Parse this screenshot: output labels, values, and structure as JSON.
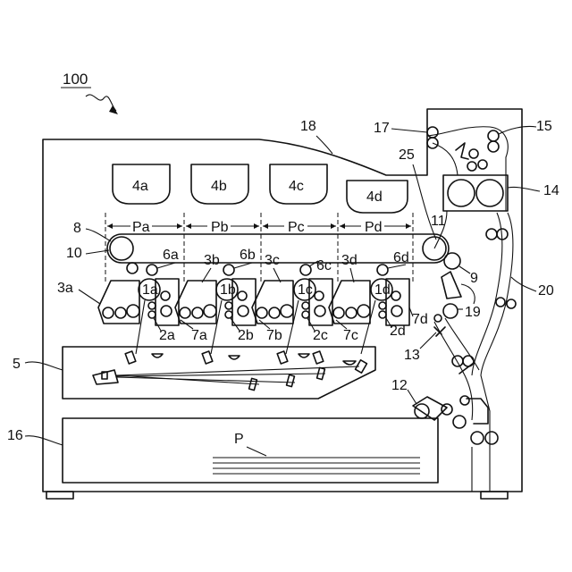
{
  "figure_label": "100",
  "labels": {
    "l18": "18",
    "l17": "17",
    "l15": "15",
    "l25": "25",
    "l14": "14",
    "l4a": "4a",
    "l4b": "4b",
    "l4c": "4c",
    "l4d": "4d",
    "l8": "8",
    "lPa": "Pa",
    "lPb": "Pb",
    "lPc": "Pc",
    "lPd": "Pd",
    "l11": "11",
    "l10": "10",
    "l6a": "6a",
    "l6b": "6b",
    "l6c": "6c",
    "l6d": "6d",
    "l3a": "3a",
    "l3b": "3b",
    "l3c": "3c",
    "l3d": "3d",
    "l1a": "1a",
    "l1b": "1b",
    "l1c": "1c",
    "l1d": "1d",
    "l9": "9",
    "l20": "20",
    "l19": "19",
    "l2a": "2a",
    "l2b": "2b",
    "l2c": "2c",
    "l2d": "2d",
    "l7a": "7a",
    "l7b": "7b",
    "l7c": "7c",
    "l7d": "7d",
    "l13": "13",
    "l5": "5",
    "l12": "12",
    "l16": "16",
    "lP": "P"
  }
}
